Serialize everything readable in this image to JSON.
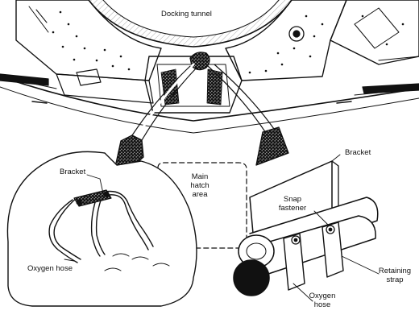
{
  "labels": {
    "docking_tunnel": "Docking tunnel",
    "bracket_left": "Bracket",
    "oxygen_hose_left": "Oxygen hose",
    "main_hatch_line1": "Main",
    "main_hatch_line2": "hatch",
    "main_hatch_line3": "area",
    "bracket_right": "Bracket",
    "snap_line1": "Snap",
    "snap_line2": "fastener",
    "retaining_line1": "Retaining",
    "retaining_line2": "strap",
    "oxygen_right_line1": "Oxygen",
    "oxygen_right_line2": "hose"
  },
  "colors": {
    "ink": "#111111",
    "paper": "#ffffff",
    "shade": "#2a2a2a"
  }
}
